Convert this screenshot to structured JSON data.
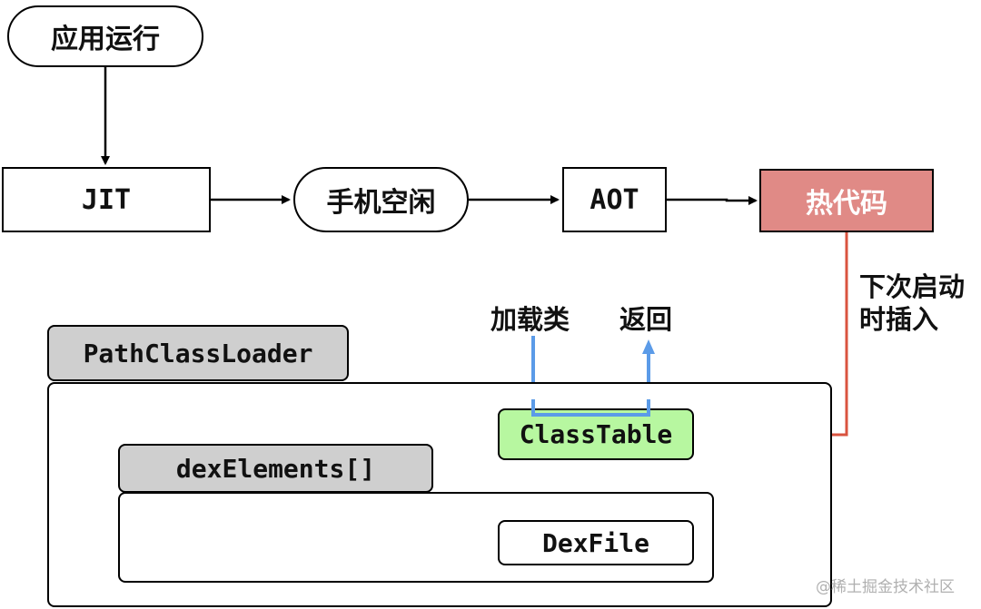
{
  "nodes": {
    "app_run": "应用运行",
    "jit": "JIT",
    "phone_idle": "手机空闲",
    "aot": "AOT",
    "hot_code": "热代码",
    "path_class_loader": "PathClassLoader",
    "dex_elements": "dexElements[]",
    "class_table": "ClassTable",
    "dex_file": "DexFile"
  },
  "annotations": {
    "load_class": "加载类",
    "return": "返回",
    "next_start_line1": "下次启动",
    "next_start_line2": "时插入"
  },
  "watermark": "@稀土掘金技术社区",
  "colors": {
    "hot_code_fill": "#e08a86",
    "class_table_fill": "#b7f7a0",
    "header_fill": "#cfcfcf",
    "blue_arrow": "#5b9be8",
    "red_arrow": "#d9533f"
  }
}
